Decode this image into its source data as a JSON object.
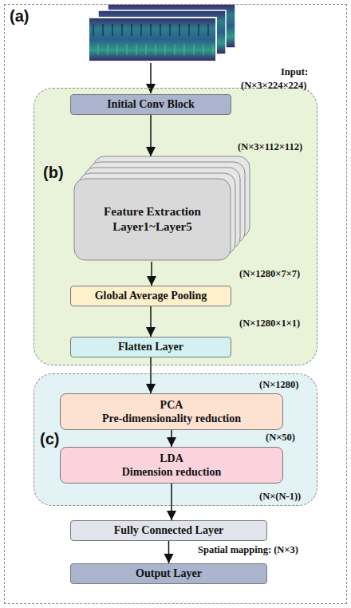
{
  "diagram": {
    "nodes": [
      {
        "text": [
          "(a)"
        ]
      },
      {
        "text": [
          "(b)"
        ],
        "in": 0
      },
      {
        "text": [
          "Initial Conv Block"
        ],
        "in": 1
      },
      {
        "text": [
          "Feature Extraction Layer1~Layer5"
        ],
        "in": 1
      },
      {
        "text": [
          "Global Average Pooling"
        ],
        "in": 1
      },
      {
        "text": [
          "Flatten Layer"
        ],
        "in": 1
      },
      {
        "text": [
          "(c)"
        ],
        "in": 0
      },
      {
        "text": [
          "PCA",
          "Pre-dimensionality reduction"
        ],
        "in": 6
      },
      {
        "text": [
          "LDA",
          "Dimension reduction"
        ],
        "in": 6
      },
      {
        "text": [
          "Fully Connected Layer"
        ],
        "in": 0
      },
      {
        "text": [
          "Output Layer"
        ],
        "in": 0
      }
    ],
    "edges": [
      {
        "from": 2,
        "to": 3,
        "arrow": "to"
      },
      {
        "from": 3,
        "to": 4,
        "arrow": "to"
      },
      {
        "from": 4,
        "to": 5,
        "arrow": "to"
      },
      {
        "from": 5,
        "to": 7,
        "arrow": "to"
      },
      {
        "from": 7,
        "to": 8,
        "arrow": "to"
      },
      {
        "from": 8,
        "to": 9,
        "arrow": "to"
      },
      {
        "from": 9,
        "to": 10,
        "arrow": "to"
      }
    ],
    "labels": [
      "Input:",
      "(N×3×224×224)",
      "(N×3×112×112)",
      "(N×1280×7×7)",
      "(N×1280×1×1)",
      "(N×1280)",
      "(N×50)",
      "(N×(N-1))",
      "Spatial mapping: (N×3)"
    ]
  }
}
